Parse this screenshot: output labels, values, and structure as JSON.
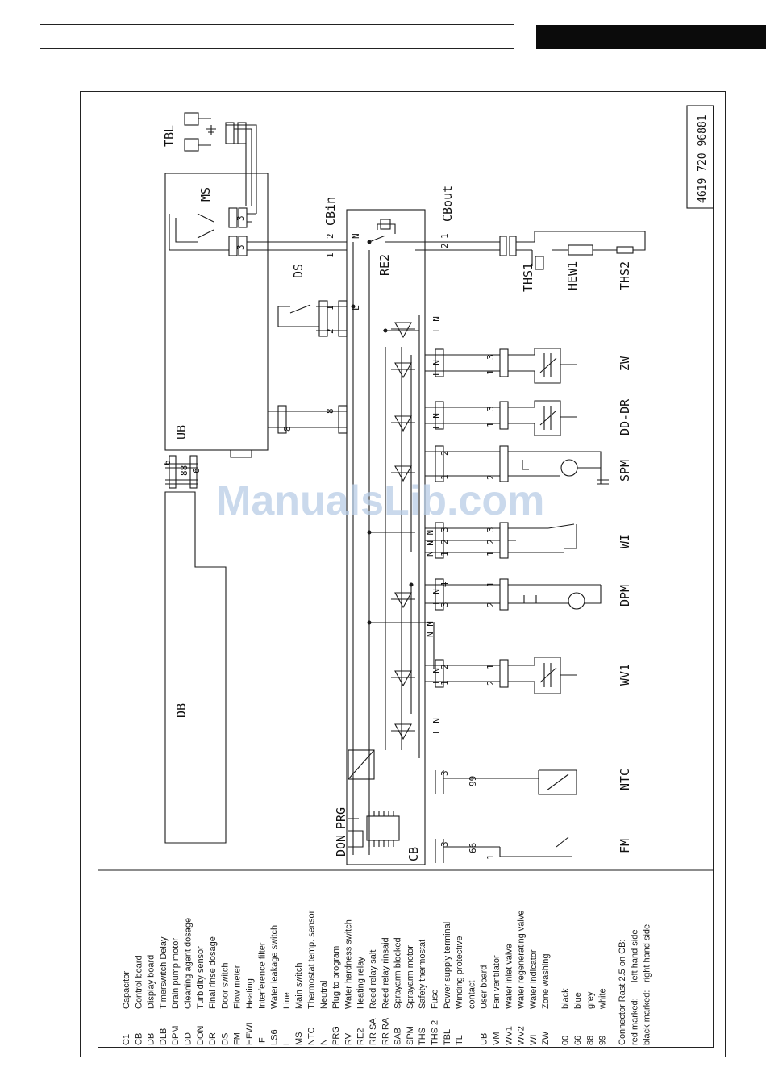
{
  "header": {
    "bar_color": "#0b0b0b"
  },
  "watermark": "ManualsLib.com",
  "drawing_number": "4619 720 96881",
  "component_labels": {
    "TBL": "TBL",
    "MS": "MS",
    "CBin": "CBin",
    "CBout": "CBout",
    "RE2": "RE2",
    "DS": "DS",
    "UB": "UB",
    "DB": "DB",
    "THS1": "THS1",
    "HEW1": "HEW1",
    "THS2": "THS2",
    "ZW": "ZW",
    "DDDR": "DD-DR",
    "SPM": "SPM",
    "WI": "WI",
    "DPM": "DPM",
    "WV1": "WV1",
    "NTC": "NTC",
    "FM": "FM",
    "DON": "DON",
    "PRG": "PRG",
    "CB": "CB"
  },
  "wire_labels": {
    "n2": "2",
    "n1": "1",
    "N": "N",
    "L": "L",
    "n3": "3",
    "n4": "4",
    "n6": "6",
    "n8": "8",
    "n88": "88",
    "n99": "99",
    "n66": "66",
    "LN": "L N",
    "NN": "N N",
    "NNN": "N N N"
  },
  "legend": {
    "items": [
      {
        "code": "C1",
        "desc": "Capacitor"
      },
      {
        "code": "CB",
        "desc": "Control board"
      },
      {
        "code": "DB",
        "desc": "Display board"
      },
      {
        "code": "DLB",
        "desc": "Timerswitch Delay"
      },
      {
        "code": "DPM",
        "desc": "Drain pump motor"
      },
      {
        "code": "DD",
        "desc": "Cleaning agent dosage"
      },
      {
        "code": "DON",
        "desc": "Turbidity sensor"
      },
      {
        "code": "DR",
        "desc": "Final rinse dosage"
      },
      {
        "code": "DS",
        "desc": "Door switch"
      },
      {
        "code": "FM",
        "desc": "Flow meter"
      },
      {
        "code": "HEWI",
        "desc": "Heating"
      },
      {
        "code": "IF",
        "desc": "Interference filter"
      },
      {
        "code": "LS6",
        "desc": "Water leakage switch"
      },
      {
        "code": "L",
        "desc": "Line"
      },
      {
        "code": "MS",
        "desc": "Main switch"
      },
      {
        "code": "NTC",
        "desc": "Thermostat temp. sensor"
      },
      {
        "code": "N",
        "desc": "Neutral"
      },
      {
        "code": "PRG",
        "desc": "Plug to program"
      },
      {
        "code": "RV",
        "desc": "Water hardness switch"
      },
      {
        "code": "RE2",
        "desc": "Heating relay"
      },
      {
        "code": "RR SA",
        "desc": "Reed relay salt"
      },
      {
        "code": "RR RA",
        "desc": "Reed relay rinsaid"
      },
      {
        "code": "SAB",
        "desc": "Sprayarm blocked"
      },
      {
        "code": "SPM",
        "desc": "Sprayarm motor"
      },
      {
        "code": "THS",
        "desc": "Safety thermostat"
      },
      {
        "code": "THS 2",
        "desc": "Fuse"
      },
      {
        "code": "TBL",
        "desc": "Power supply terminal"
      },
      {
        "code": "TL",
        "desc": "Winding protective"
      },
      {
        "code": "",
        "desc": "contact"
      },
      {
        "code": "UB",
        "desc": "User board"
      },
      {
        "code": "VM",
        "desc": "Fan ventilator"
      },
      {
        "code": "WV1",
        "desc": "Water inlet valve"
      },
      {
        "code": "WV2",
        "desc": "Water regenerating valve"
      },
      {
        "code": "WI",
        "desc": "Water indicator"
      },
      {
        "code": "ZW",
        "desc": "Zone washing"
      }
    ],
    "colors": [
      {
        "code": "00",
        "desc": "black"
      },
      {
        "code": "66",
        "desc": "blue"
      },
      {
        "code": "88",
        "desc": "grey"
      },
      {
        "code": "99",
        "desc": "white"
      }
    ],
    "connector": {
      "title": "Connector Rast 2.5 on CB:",
      "rows": [
        {
          "code": "red marked:",
          "desc": "left hand side"
        },
        {
          "code": "black marked:",
          "desc": "right hand side"
        }
      ]
    }
  }
}
